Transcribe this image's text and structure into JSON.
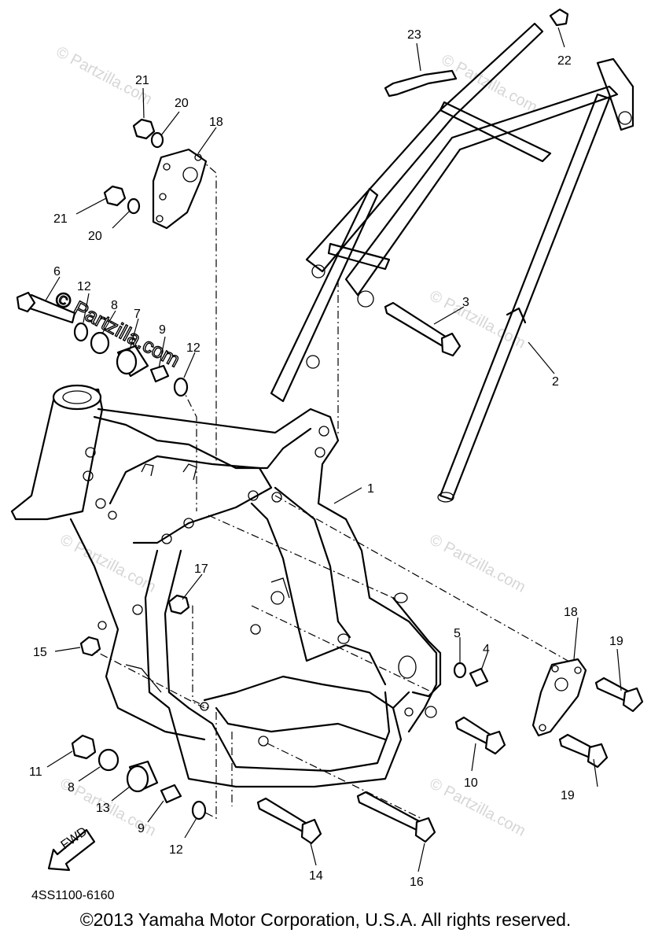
{
  "diagram": {
    "watermark_text": "© Partzilla.com",
    "part_code": "4SS1100-6160",
    "fwd_label": "FWD",
    "copyright": "©2013 Yamaha Motor Corporation, U.S.A. All rights reserved.",
    "callouts": [
      "1",
      "2",
      "3",
      "4",
      "5",
      "6",
      "7",
      "8",
      "8",
      "9",
      "9",
      "10",
      "11",
      "12",
      "12",
      "12",
      "13",
      "14",
      "15",
      "16",
      "17",
      "18",
      "18",
      "19",
      "19",
      "20",
      "20",
      "21",
      "21",
      "22",
      "23"
    ]
  }
}
